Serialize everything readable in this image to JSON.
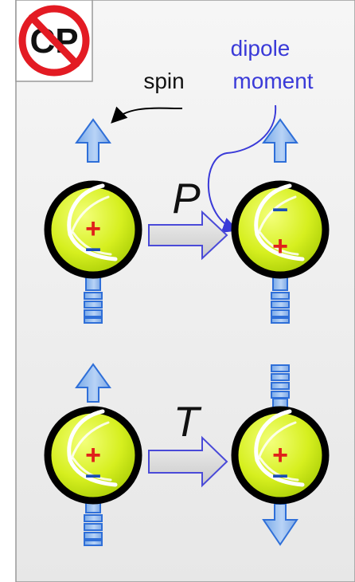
{
  "diagram": {
    "no_cp_sign": {
      "text": "CP"
    },
    "labels": {
      "spin": "spin",
      "dipole_moment_line1": "dipole",
      "dipole_moment_line2": "moment",
      "parity": "P",
      "time_reversal": "T"
    },
    "charges": {
      "plus": "+",
      "minus": "–"
    },
    "colors": {
      "panel_bg": "#eeeeee",
      "panel_border": "#999999",
      "spin_arrow_fill": "#8fb7ea",
      "spin_arrow_stroke": "#2f6fd8",
      "transform_arrow_fill": "#d9d9d9",
      "transform_arrow_stroke": "#4a4ad8",
      "ball_fill": "#d6ef1f",
      "ball_stroke": "#000000",
      "plus_color": "#e0201a",
      "minus_color": "#1b4db5",
      "dipole_label_color": "#3a3ad8",
      "no_sign_red": "#e31b23"
    }
  }
}
